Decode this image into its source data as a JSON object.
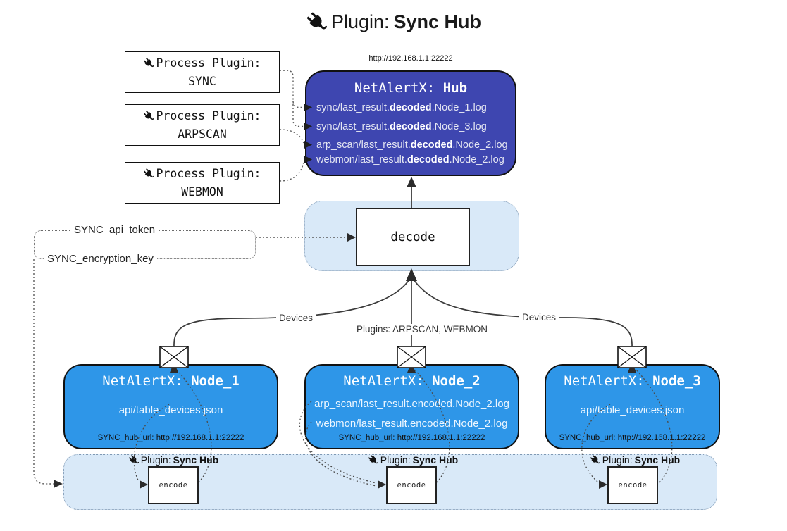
{
  "title": {
    "icon": "plug-icon",
    "prefix": "Plugin:",
    "name": "Sync Hub"
  },
  "hub": {
    "url": "http://192.168.1.1:22222",
    "name_prefix": "NetAlertX: ",
    "name": "Hub",
    "logs": [
      {
        "pre": "sync/last_result.",
        "mid": "decoded",
        "post": ".Node_1.log"
      },
      {
        "pre": "sync/last_result.",
        "mid": "decoded",
        "post": ".Node_3.log"
      },
      {
        "pre": "arp_scan/last_result.",
        "mid": "decoded",
        "post": ".Node_2.log"
      },
      {
        "pre": "webmon/last_result.",
        "mid": "decoded",
        "post": ".Node_2.log"
      }
    ]
  },
  "process_plugins": [
    {
      "icon": "plug-icon",
      "title": "Process Plugin:",
      "name": "SYNC"
    },
    {
      "icon": "plug-icon",
      "title": "Process Plugin:",
      "name": "ARPSCAN"
    },
    {
      "icon": "plug-icon",
      "title": "Process Plugin:",
      "name": "WEBMON"
    }
  ],
  "keys": {
    "api_token": "SYNC_api_token",
    "encryption_key": "SYNC_encryption_key"
  },
  "decode": {
    "label": "decode"
  },
  "edge_labels": {
    "devices_left": "Devices",
    "plugins_mid": "Plugins: ARPSCAN, WEBMON",
    "devices_right": "Devices"
  },
  "nodes": [
    {
      "name_prefix": "NetAlertX: ",
      "name": "Node_1",
      "files": [
        "api/table_devices.json"
      ],
      "hub_url": "SYNC_hub_url: http://192.168.1.1:22222"
    },
    {
      "name_prefix": "NetAlertX: ",
      "name": "Node_2",
      "files": [
        "arp_scan/last_result.encoded.Node_2.log",
        "webmon/last_result.encoded.Node_2.log"
      ],
      "hub_url": "SYNC_hub_url: http://192.168.1.1:22222"
    },
    {
      "name_prefix": "NetAlertX: ",
      "name": "Node_3",
      "files": [
        "api/table_devices.json"
      ],
      "hub_url": "SYNC_hub_url: http://192.168.1.1:22222"
    }
  ],
  "encode_sections": [
    {
      "icon": "plug-icon",
      "label_prefix": "Plugin:",
      "label_name": "Sync Hub",
      "box_label": "encode"
    },
    {
      "icon": "plug-icon",
      "label_prefix": "Plugin:",
      "label_name": "Sync Hub",
      "box_label": "encode"
    },
    {
      "icon": "plug-icon",
      "label_prefix": "Plugin:",
      "label_name": "Sync Hub",
      "box_label": "encode"
    }
  ],
  "colors": {
    "hub_fill": "#3e46b0",
    "node_fill": "#2e96e8",
    "band_fill": "#d9e9f8",
    "band_border": "#8099b3",
    "solid_line": "#3b3b3b",
    "dotted_line": "#555555"
  }
}
